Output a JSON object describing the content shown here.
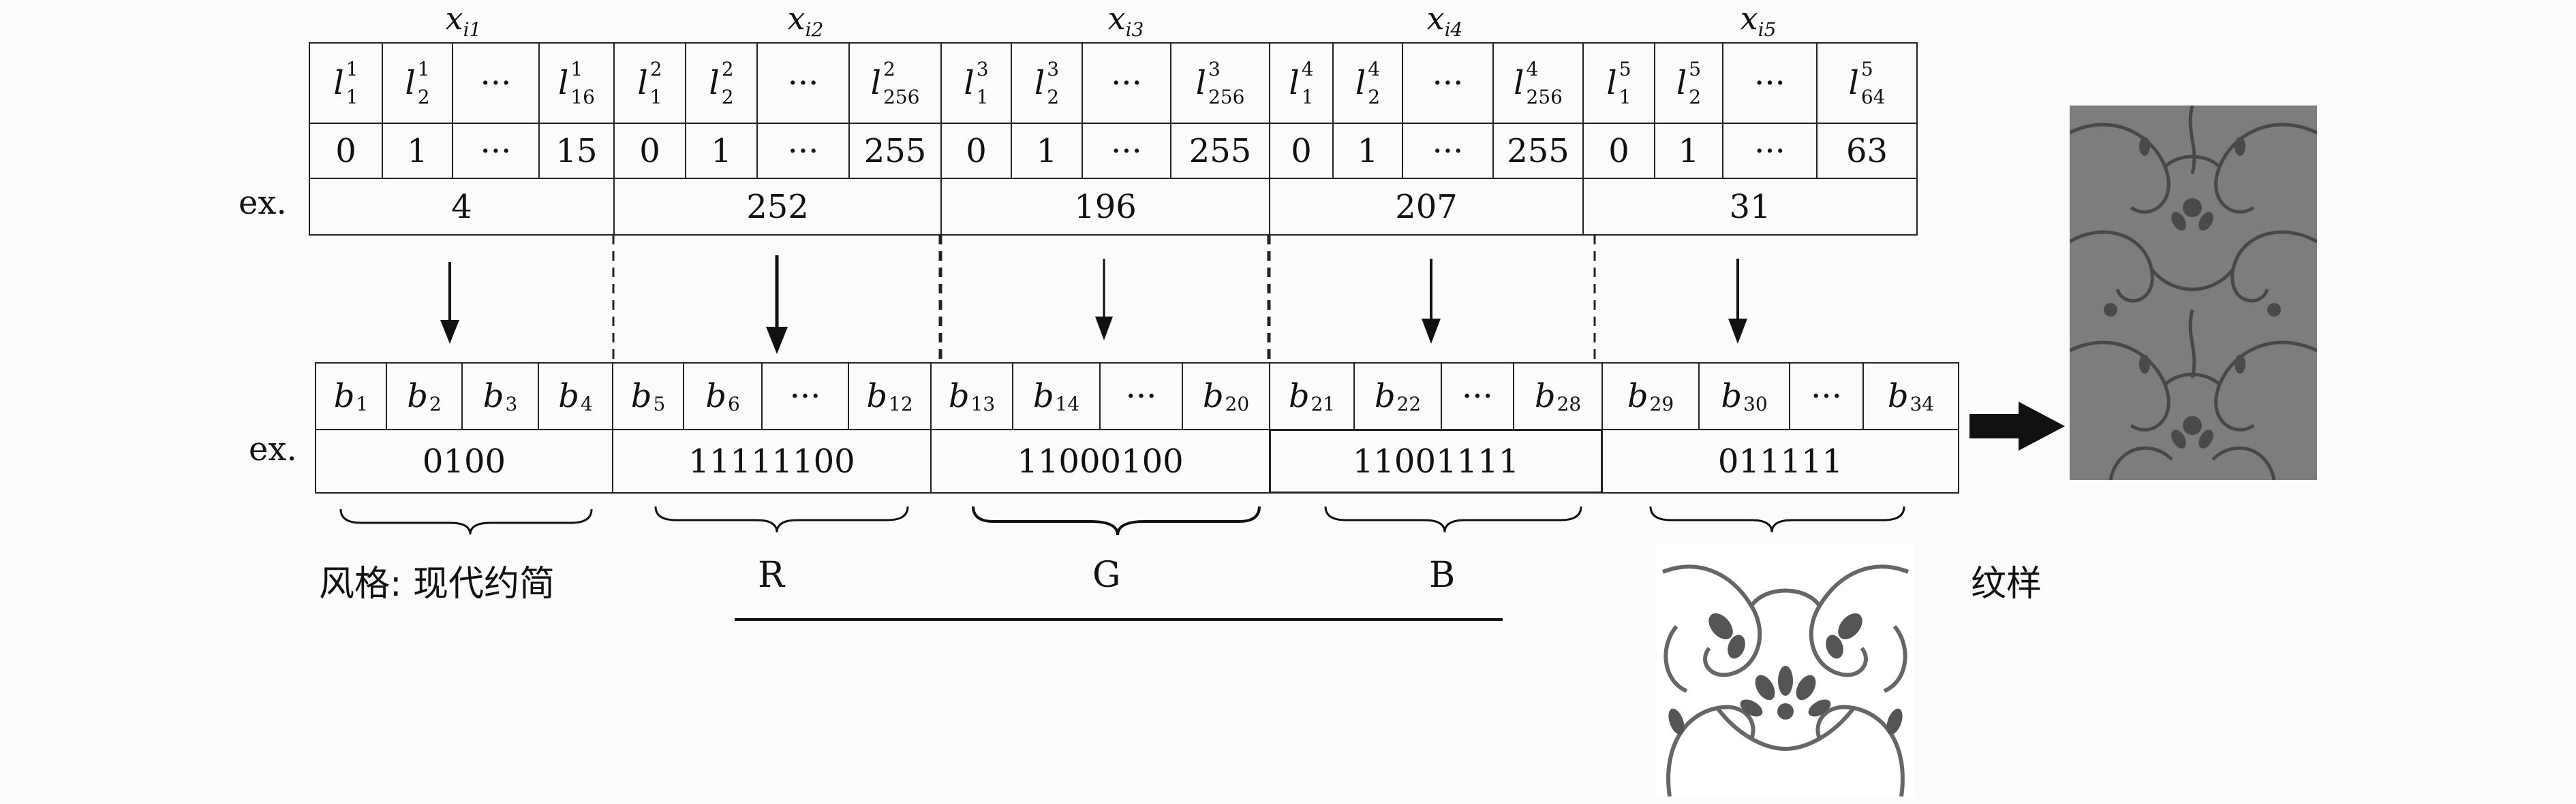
{
  "top_headers": [
    {
      "base": "x",
      "sub": "i1"
    },
    {
      "base": "x",
      "sub": "i2"
    },
    {
      "base": "x",
      "sub": "i3"
    },
    {
      "base": "x",
      "sub": "i4"
    },
    {
      "base": "x",
      "sub": "i5"
    }
  ],
  "top_label_row": [
    {
      "base": "l",
      "sup": "1",
      "sub": "1"
    },
    {
      "base": "l",
      "sup": "1",
      "sub": "2"
    },
    {
      "text": "···"
    },
    {
      "base": "l",
      "sup": "1",
      "sub": "16"
    },
    {
      "base": "l",
      "sup": "2",
      "sub": "1"
    },
    {
      "base": "l",
      "sup": "2",
      "sub": "2"
    },
    {
      "text": "···"
    },
    {
      "base": "l",
      "sup": "2",
      "sub": "256"
    },
    {
      "base": "l",
      "sup": "3",
      "sub": "1"
    },
    {
      "base": "l",
      "sup": "3",
      "sub": "2"
    },
    {
      "text": "···"
    },
    {
      "base": "l",
      "sup": "3",
      "sub": "256"
    },
    {
      "base": "l",
      "sup": "4",
      "sub": "1"
    },
    {
      "base": "l",
      "sup": "4",
      "sub": "2"
    },
    {
      "text": "···"
    },
    {
      "base": "l",
      "sup": "4",
      "sub": "256"
    },
    {
      "base": "l",
      "sup": "5",
      "sub": "1"
    },
    {
      "base": "l",
      "sup": "5",
      "sub": "2"
    },
    {
      "text": "···"
    },
    {
      "base": "l",
      "sup": "5",
      "sub": "64"
    }
  ],
  "top_value_row": [
    "0",
    "1",
    "···",
    "15",
    "0",
    "1",
    "···",
    "255",
    "0",
    "1",
    "···",
    "255",
    "0",
    "1",
    "···",
    "255",
    "0",
    "1",
    "···",
    "63"
  ],
  "ex_label": "ex.",
  "top_ex_values": [
    "4",
    "252",
    "196",
    "207",
    "31"
  ],
  "bottom_label_row": [
    {
      "base": "b",
      "sub": "1"
    },
    {
      "base": "b",
      "sub": "2"
    },
    {
      "base": "b",
      "sub": "3"
    },
    {
      "base": "b",
      "sub": "4"
    },
    {
      "base": "b",
      "sub": "5"
    },
    {
      "base": "b",
      "sub": "6"
    },
    {
      "text": "···"
    },
    {
      "base": "b",
      "sub": "12"
    },
    {
      "base": "b",
      "sub": "13"
    },
    {
      "base": "b",
      "sub": "14"
    },
    {
      "text": "···"
    },
    {
      "base": "b",
      "sub": "20"
    },
    {
      "base": "b",
      "sub": "21"
    },
    {
      "base": "b",
      "sub": "22"
    },
    {
      "text": "···"
    },
    {
      "base": "b",
      "sub": "28"
    },
    {
      "base": "b",
      "sub": "29"
    },
    {
      "base": "b",
      "sub": "30"
    },
    {
      "text": "···"
    },
    {
      "base": "b",
      "sub": "34"
    }
  ],
  "bottom_ex_values": [
    "0100",
    "11111100",
    "11000100",
    "11001111",
    "011111"
  ],
  "captions": {
    "style": "风格: 现代约简",
    "r": "R",
    "g": "G",
    "b": "B",
    "pattern": "纹样"
  },
  "images": {
    "pattern_motif": "floral-scroll-motif",
    "textile_result": "patterned-fabric-swatch"
  }
}
